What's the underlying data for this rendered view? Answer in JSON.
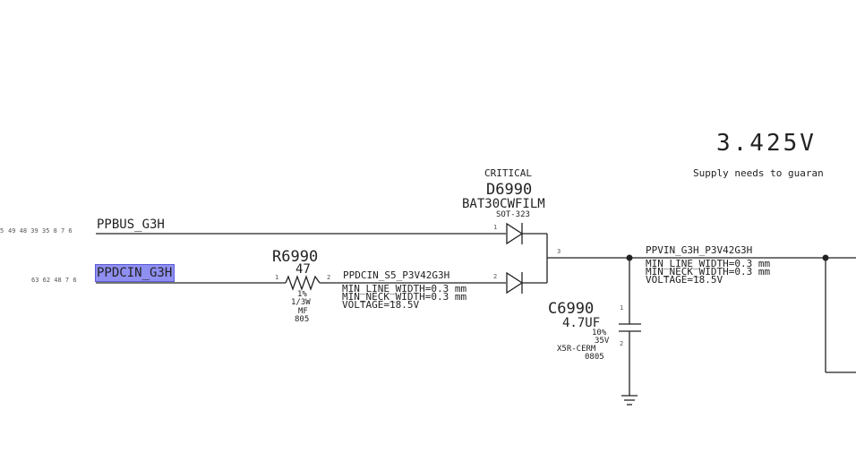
{
  "supply": {
    "voltage": "3.425V",
    "note": "Supply needs to guaran"
  },
  "nets": {
    "ppbus": {
      "name": "PPBUS_G3H",
      "pages": "49 48 39 35 8 7 6",
      "pages_clipped": "5"
    },
    "ppdcin": {
      "name": "PPDCIN_G3H",
      "pages": "63 62 48 7 6"
    },
    "ppdcin_s5": {
      "name": "PPDCIN_S5_P3V42G3H",
      "min_line": "MIN_LINE_WIDTH=0.3 mm",
      "min_neck": "MIN_NECK_WIDTH=0.3 mm",
      "voltage": "VOLTAGE=18.5V"
    },
    "ppvin": {
      "name": "PPVIN_G3H_P3V42G3H",
      "min_line": "MIN_LINE_WIDTH=0.3 mm",
      "min_neck": "MIN_NECK_WIDTH=0.3 mm",
      "voltage": "VOLTAGE=18.5V"
    }
  },
  "d6990": {
    "flag": "CRITICAL",
    "ref": "D6990",
    "part": "BAT30CWFILM",
    "package": "SOT-323",
    "pin1": "1",
    "pin2": "2",
    "pin3": "3"
  },
  "r6990": {
    "ref": "R6990",
    "value": "47",
    "pin1": "1",
    "pin2": "2",
    "tol": "1%",
    "power": "1/3W",
    "type": "MF",
    "size": "805"
  },
  "c6990": {
    "ref": "C6990",
    "value": "4.7UF",
    "pin1": "1",
    "pin2": "2",
    "tol": "10%",
    "voltage": "35V",
    "dielectric": "X5R-CERM",
    "size": "0805"
  }
}
